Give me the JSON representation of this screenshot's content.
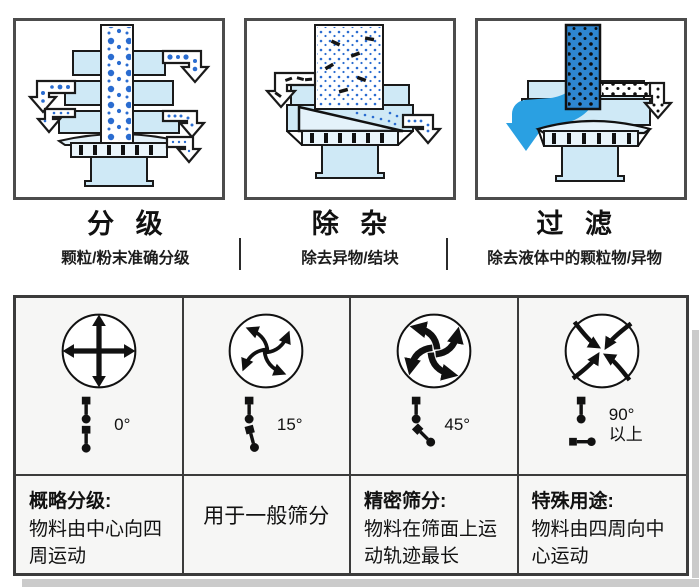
{
  "panels": [
    {
      "title": "分 级",
      "subtitle": "颗粒/粉末准确分级",
      "illustration": "multi-deck-classifier-sieve"
    },
    {
      "title": "除 杂",
      "subtitle": "除去异物/结块",
      "illustration": "impurity-removal-sieve"
    },
    {
      "title": "过 滤",
      "subtitle": "除去液体中的颗粒物/异物",
      "illustration": "liquid-filter-sieve"
    }
  ],
  "motion_table": {
    "cells": [
      {
        "pattern": "radial-cross-motion",
        "angle": "0°",
        "angle_note": "",
        "heading": "概略分级:",
        "description": "物料由中心向四周运动"
      },
      {
        "pattern": "pinwheel-outward-motion",
        "angle": "15°",
        "angle_note": "",
        "heading": "",
        "description": "用于一般筛分"
      },
      {
        "pattern": "pinwheel-strong-spiral-motion",
        "angle": "45°",
        "angle_note": "",
        "heading": "精密筛分:",
        "description": "物料在筛面上运动轨迹最长"
      },
      {
        "pattern": "inward-converging-motion",
        "angle": "90°",
        "angle_note": "以上",
        "heading": "特殊用途:",
        "description": "物料由四周向中心运动"
      }
    ]
  },
  "colors": {
    "particle_blue": "#2a6cd0",
    "machine_body_blue": "#cfe9f6",
    "liquid_arrow_blue": "#2aa0e2",
    "outline_dark": "#1a1a1a",
    "table_border": "#3b3b3b"
  }
}
